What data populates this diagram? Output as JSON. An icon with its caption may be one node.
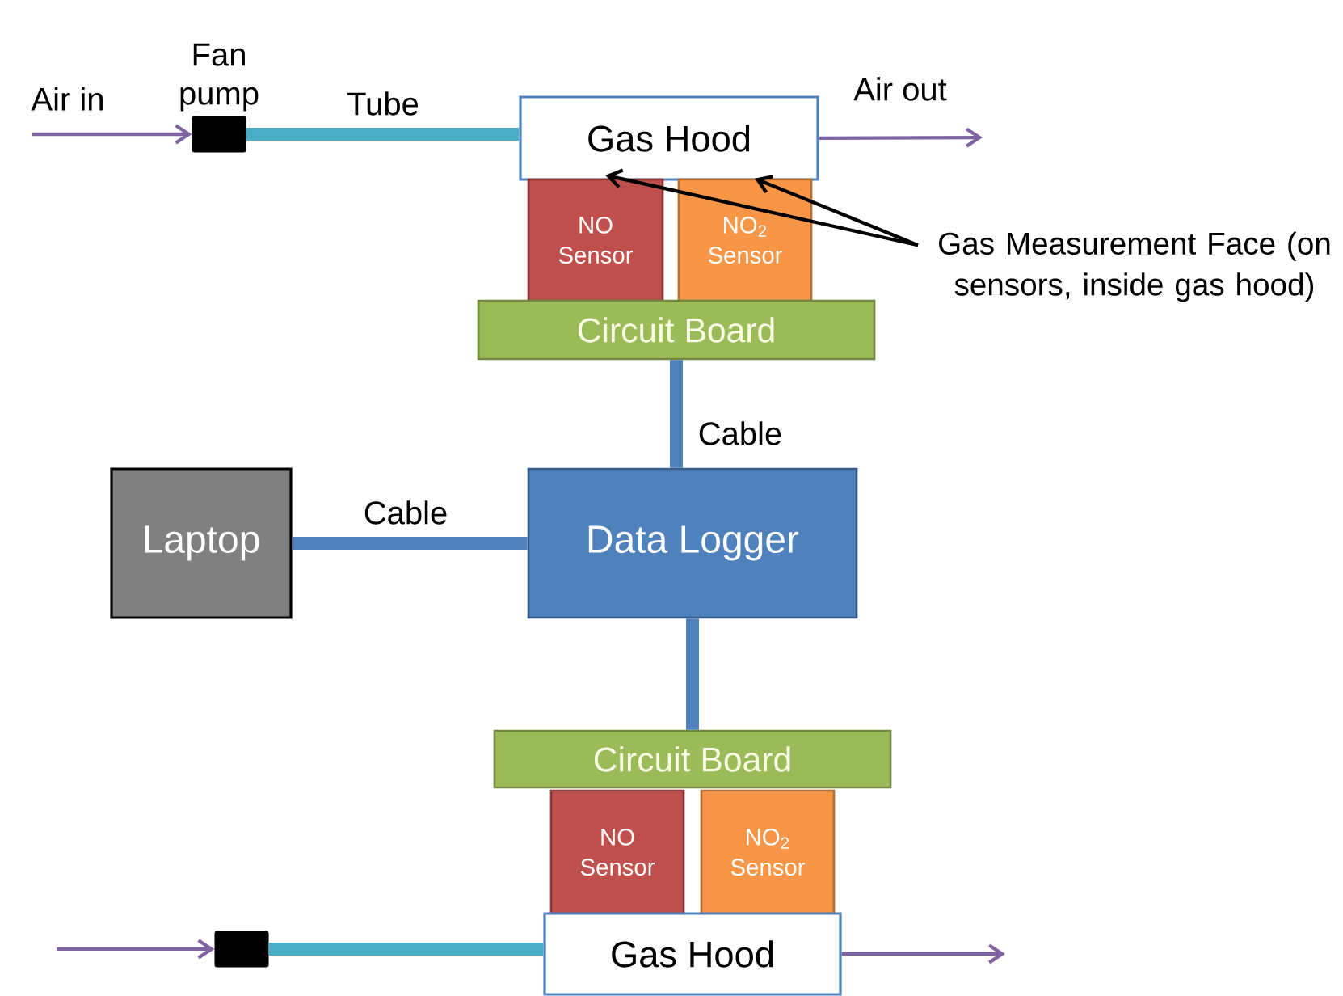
{
  "diagram": {
    "nodes": [
      {
        "text": [
          "Fan pump"
        ]
      },
      {
        "text": [
          "Gas Hood"
        ]
      },
      {
        "text": [
          "NO Sensor"
        ]
      },
      {
        "text": [
          "NO$_{2}$ Sensor"
        ]
      },
      {
        "text": [
          "Circuit Board"
        ]
      },
      {
        "text": [
          "Data Logger"
        ]
      },
      {
        "text": [
          "Laptop"
        ]
      },
      {
        "text": [
          "Circuit Board"
        ]
      },
      {
        "text": [
          "NO Sensor"
        ]
      },
      {
        "text": [
          "NO$_{2}$ Sensor"
        ]
      },
      {
        "text": [
          "Gas Hood"
        ]
      },
      {
        "text": [],
        "shape": "box"
      },
      {
        "text": [
          "Gas Measurement Face (on sensors, inside gas hood)"
        ]
      }
    ],
    "edges": [
      {
        "from": null,
        "to": 0,
        "arrow": "to",
        "label": "Air in",
        "color": "#8064a2"
      },
      {
        "from": 0,
        "to": 1,
        "arrow": "none",
        "label": "Tube",
        "style": "thick",
        "color": "#4bacc6"
      },
      {
        "from": 1,
        "to": null,
        "arrow": "to",
        "label": "Air out",
        "color": "#8064a2"
      },
      {
        "from": 12,
        "to": 2,
        "arrow": "to",
        "color": "#000000"
      },
      {
        "from": 12,
        "to": 3,
        "arrow": "to",
        "color": "#000000"
      },
      {
        "from": 4,
        "to": 5,
        "arrow": "none",
        "label": "Cable",
        "style": "thick",
        "color": "#4f81bd"
      },
      {
        "from": 6,
        "to": 5,
        "arrow": "none",
        "label": "Cable",
        "style": "thick",
        "color": "#4f81bd"
      },
      {
        "from": 5,
        "to": 7,
        "arrow": "none",
        "style": "thick",
        "color": "#4f81bd"
      },
      {
        "from": null,
        "to": 11,
        "arrow": "to",
        "color": "#8064a2"
      },
      {
        "from": 11,
        "to": 10,
        "arrow": "none",
        "style": "thick",
        "color": "#4bacc6"
      },
      {
        "from": 10,
        "to": null,
        "arrow": "to",
        "color": "#8064a2"
      }
    ]
  }
}
